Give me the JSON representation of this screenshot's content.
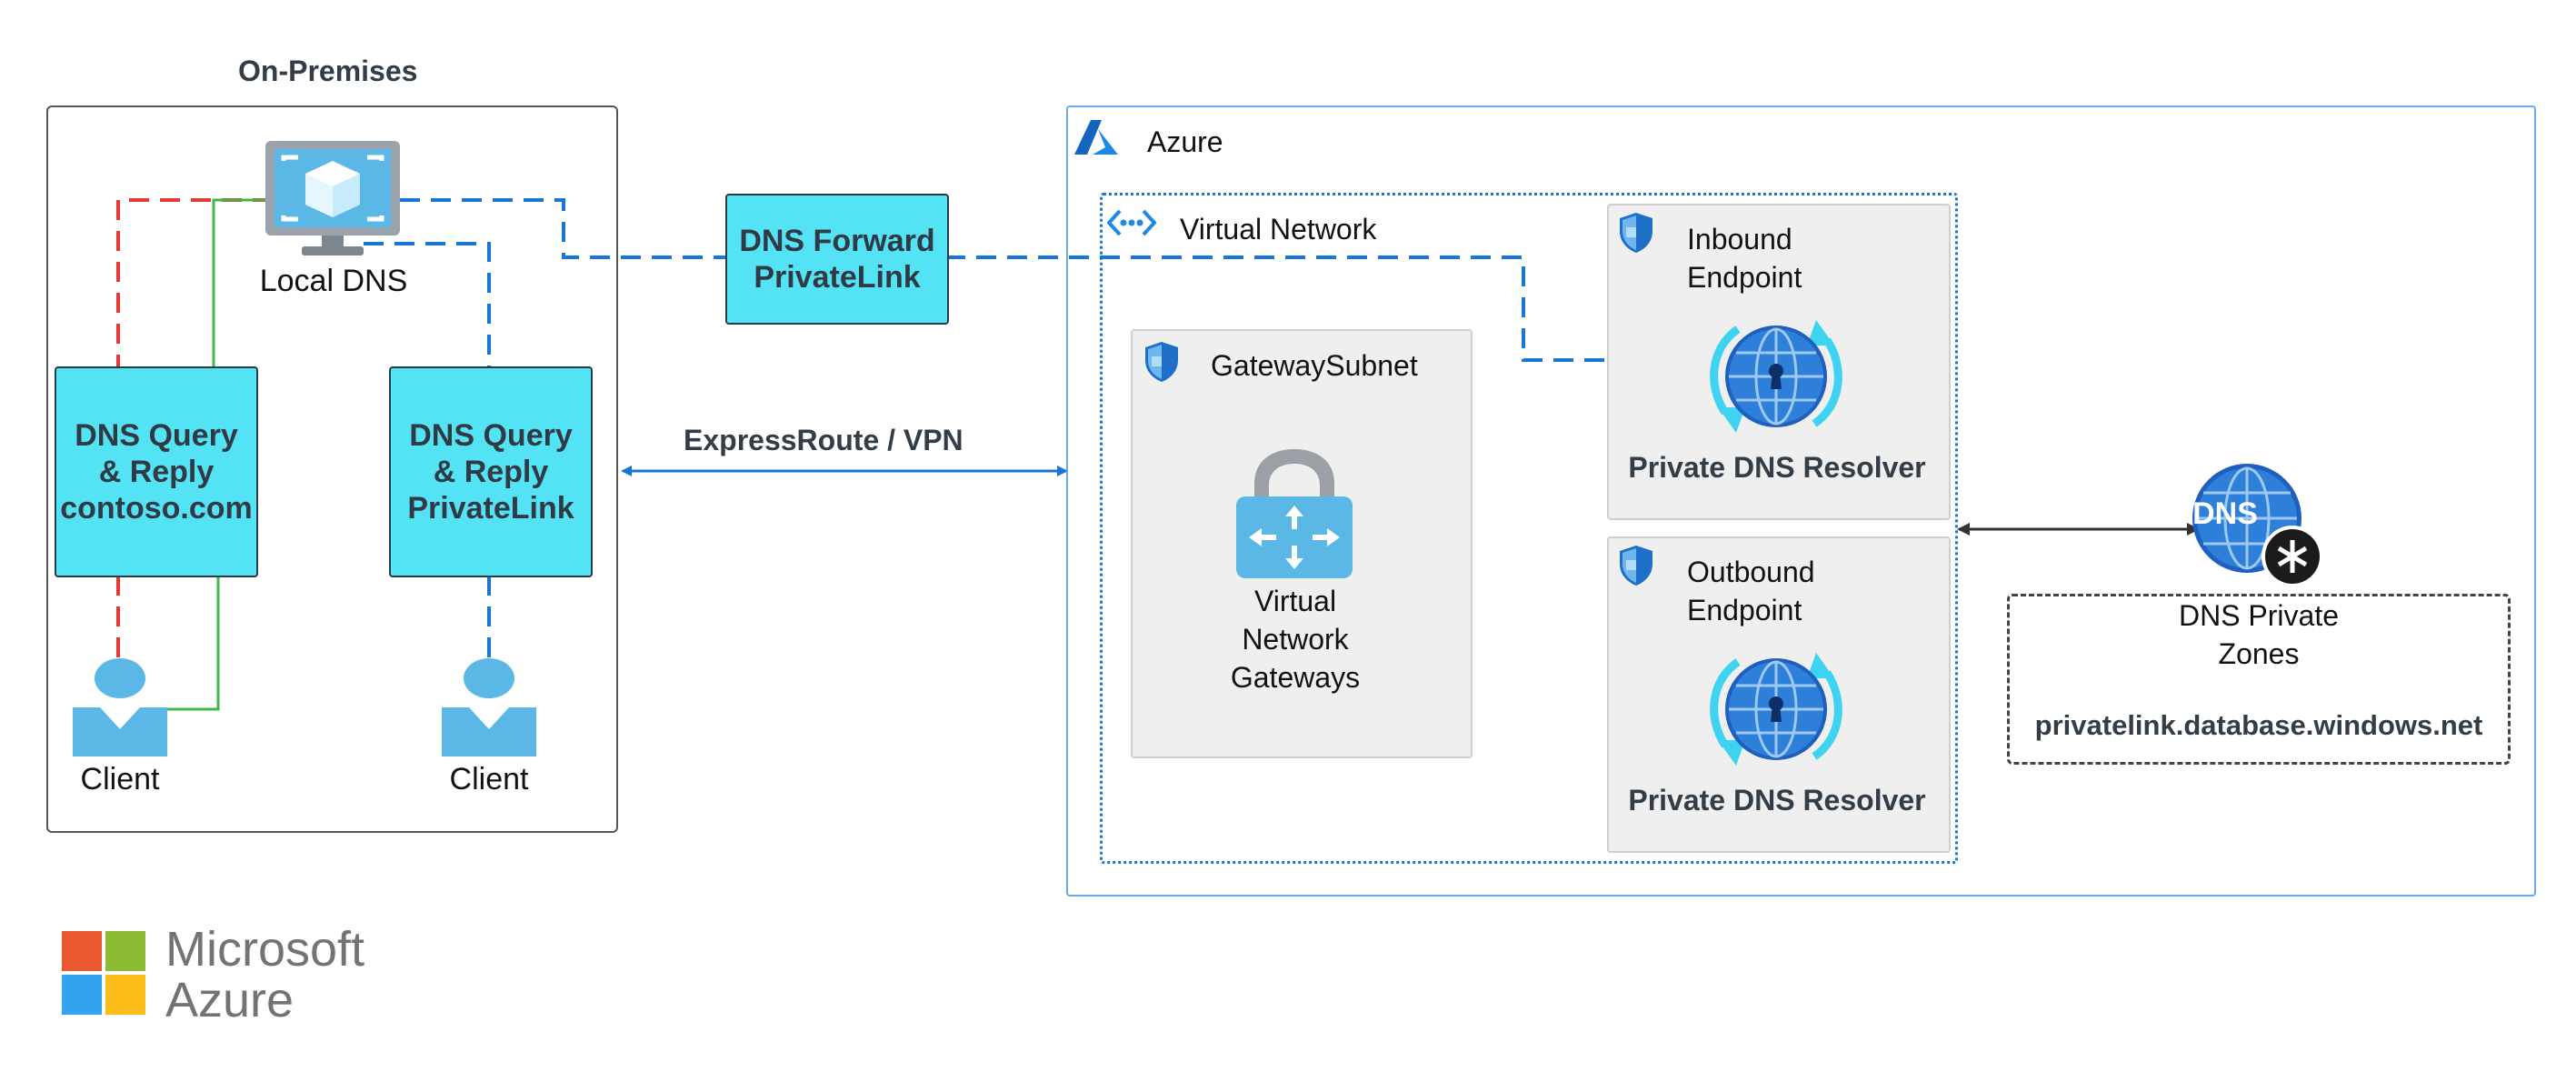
{
  "on_premises": {
    "title": "On-Premises",
    "local_dns_label": "Local DNS",
    "query_contoso": [
      "DNS Query",
      "& Reply",
      "contoso.com"
    ],
    "query_privatelink": [
      "DNS Query",
      "& Reply",
      "PrivateLink"
    ],
    "client_left": "Client",
    "client_right": "Client"
  },
  "forwarder": {
    "lines": [
      "DNS Forward",
      "PrivateLink"
    ]
  },
  "link_label": "ExpressRoute / VPN",
  "azure": {
    "title": "Azure",
    "vnet_title": "Virtual Network",
    "gateway_subnet": {
      "title": "GatewaySubnet",
      "gateway_label": [
        "Virtual",
        "Network",
        "Gateways"
      ]
    },
    "inbound": {
      "title": [
        "Inbound",
        "Endpoint"
      ],
      "resolver_label": "Private DNS Resolver"
    },
    "outbound": {
      "title": [
        "Outbound",
        "Endpoint"
      ],
      "resolver_label": "Private DNS Resolver"
    },
    "dns_zones": {
      "title": [
        "DNS Private",
        "Zones"
      ],
      "zone": "privatelink.database.windows.net",
      "icon_text": "DNS"
    }
  },
  "logo": {
    "line1": "Microsoft",
    "line2": "Azure"
  },
  "colors": {
    "cyan": "#54e3f5",
    "azure_blue": "#1976d2",
    "red_dash": "#e53935",
    "green_line": "#43b649",
    "grey_panel": "#efefef"
  },
  "icons": [
    "vm-monitor-icon",
    "user-icon",
    "shield-icon",
    "vnet-icon",
    "azure-logo-icon",
    "gateway-lock-icon",
    "dns-resolver-globe-icon",
    "dns-zone-globe-icon",
    "microsoft-logo-icon"
  ]
}
